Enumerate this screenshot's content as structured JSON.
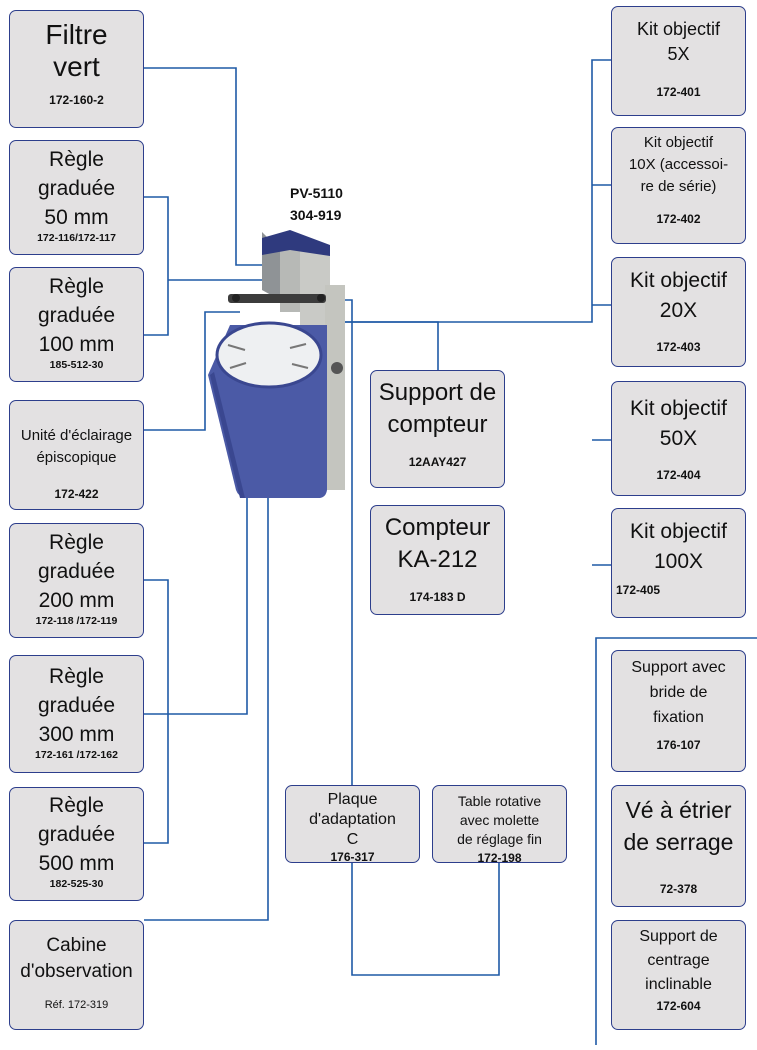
{
  "model": {
    "name": "PV-5110",
    "code": "304-919"
  },
  "accessories": {
    "filtre_vert": {
      "label": "Filtre\nvert",
      "code": "172-160-2"
    },
    "regle_50": {
      "label": "Règle\ngraduée\n50 mm",
      "code": "172-116/172-117"
    },
    "regle_100": {
      "label": "Règle\ngraduée\n100 mm",
      "code": "185-512-30"
    },
    "eclairage": {
      "label": "Unité d'éclairage\népiscopique",
      "code": "172-422"
    },
    "regle_200": {
      "label": "Règle\ngraduée\n200 mm",
      "code": "172-118 /172-119"
    },
    "regle_300": {
      "label": "Règle\ngraduée\n300 mm",
      "code": "172-161 /172-162"
    },
    "regle_500": {
      "label": "Règle\ngraduée\n500 mm",
      "code": "182-525-30"
    },
    "cabine": {
      "label": "Cabine\nd'observation",
      "code": "Réf. 172-319"
    },
    "support_compteur": {
      "label": "Support de\ncompteur",
      "code": "12AAY427"
    },
    "compteur": {
      "label": "Compteur\nKA-212",
      "code": "174-183 D"
    },
    "plaque": {
      "label": "Plaque\nd'adaptation\nC",
      "code": "176-317"
    },
    "table_rotative": {
      "label": "Table rotative\navec molette\nde réglage fin",
      "code": "172-198"
    },
    "kit_5x": {
      "label": "Kit objectif\n5X",
      "code": "172-401"
    },
    "kit_10x": {
      "label": "Kit objectif\n10X (accessoi-\nre de série)",
      "code": "172-402"
    },
    "kit_20x": {
      "label": "Kit objectif\n20X",
      "code": "172-403"
    },
    "kit_50x": {
      "label": "Kit objectif\n50X",
      "code": "172-404"
    },
    "kit_100x": {
      "label": "Kit objectif\n100X",
      "code": "172-405"
    },
    "support_bride": {
      "label": "Support avec\nbride de\nfixation",
      "code": "176-107"
    },
    "ve_etrier": {
      "label": "Vé à étrier\nde serrage",
      "code": "72-378"
    },
    "support_centrage": {
      "label": "Support de\ncentrage\ninclinable",
      "code": "172-604"
    }
  },
  "colors": {
    "line": "#1f5aa6",
    "box_fill": "#e3e1e2",
    "box_border": "#2d3e8c",
    "machine_body": "#4b5aa6"
  }
}
